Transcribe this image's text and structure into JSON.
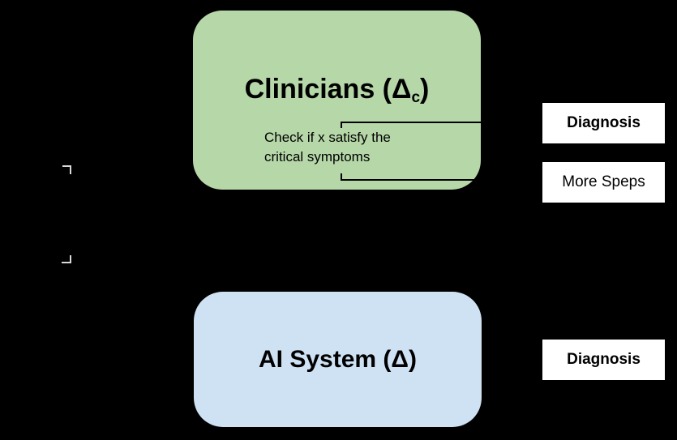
{
  "canvas": {
    "background": "#000000"
  },
  "clinicians_node": {
    "fill": "#b6d7a8",
    "title_main": "Clinicians (Δ",
    "title_subscript": "c",
    "title_close": ")",
    "note_line1": "Check if x satisfy the",
    "note_line2": "critical symptoms"
  },
  "ai_node": {
    "fill": "#cfe2f3",
    "title": "AI System (Δ)"
  },
  "output_boxes": {
    "diagnosis_top": "Diagnosis",
    "more_steps": "More Speps",
    "diagnosis_bottom": "Diagnosis"
  },
  "decorations": {
    "connector_color": "#000000",
    "bracket_color": "#d9d9d9",
    "output_box_fill": "#ffffff",
    "text_color": "#000000"
  }
}
